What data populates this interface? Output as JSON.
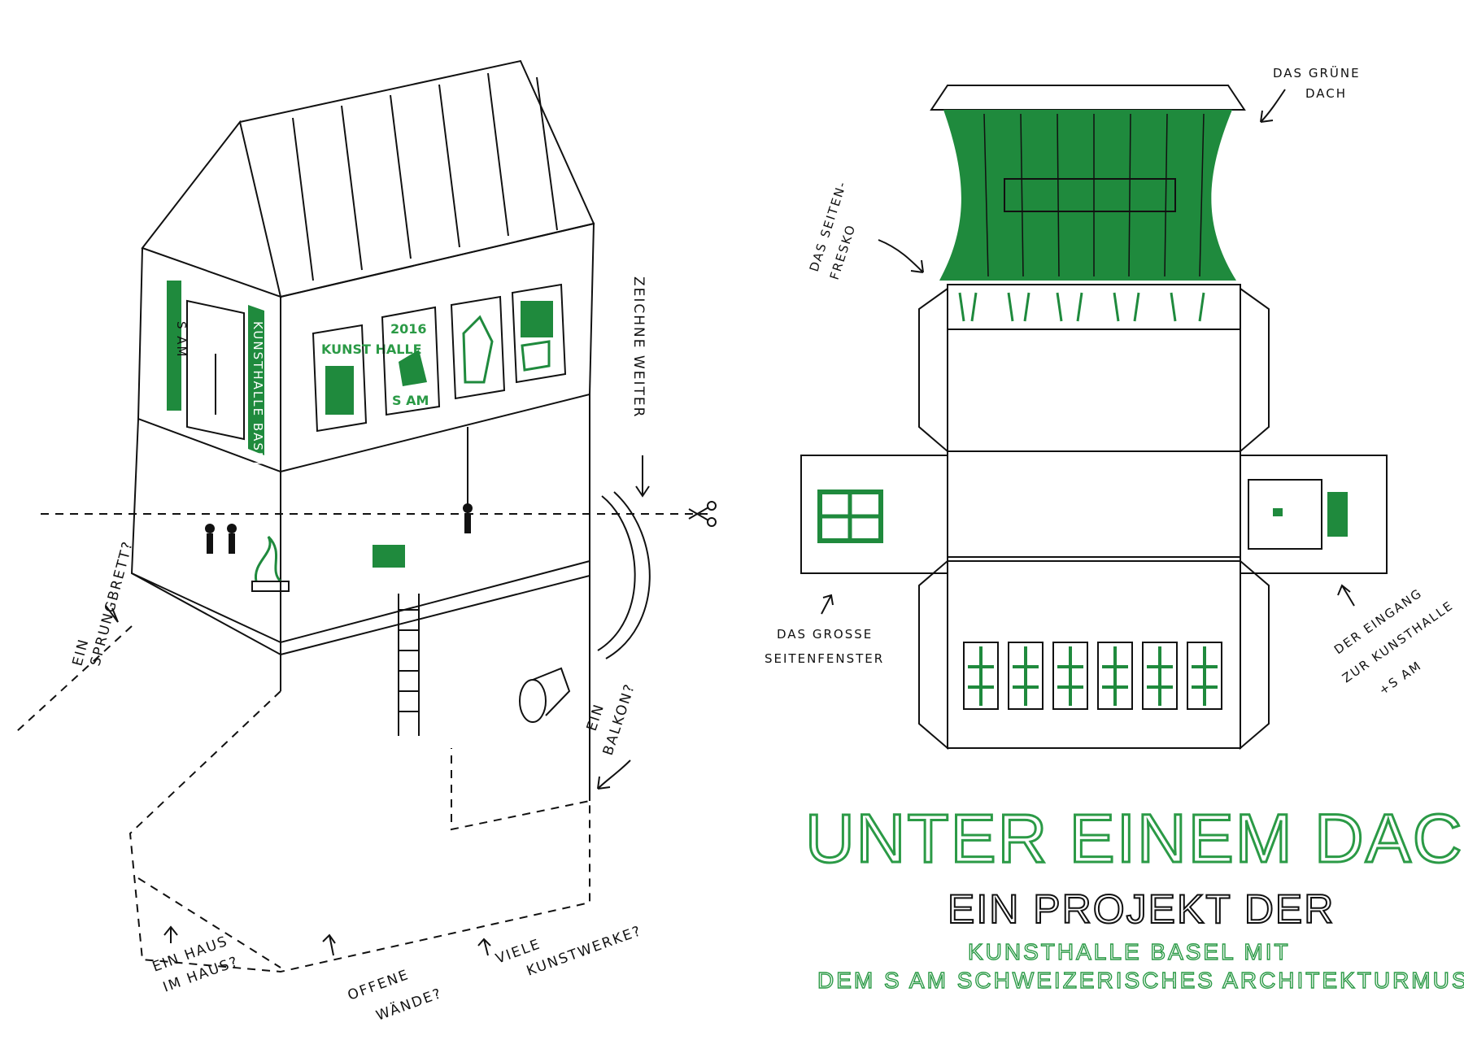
{
  "title": "UNTER EINEM DACH",
  "subtitle": "EIN PROJEKT DER",
  "credits": [
    "KUNSTHALLE BASEL MIT",
    "DEM S AM SCHWEIZERISCHES ARCHITEKTURMUSEUM"
  ],
  "house_annotations": {
    "zeichne_weiter": "ZEICHNE WEITER",
    "sprungbrett": [
      "EIN",
      "SPRUNGBRETT?"
    ],
    "balkon": [
      "EIN",
      "BALKON?"
    ],
    "haus_im_haus": [
      "EIN HAUS",
      "IM HAUS?"
    ],
    "offene_waende": [
      "OFFENE",
      "WÄNDE?"
    ],
    "viele_kunstwerke": [
      "VIELE",
      "KUNSTWERKE?"
    ]
  },
  "posters": {
    "poster1": "KUNST HALLE",
    "poster2_year": "2016",
    "poster2_name": "S AM"
  },
  "side_banners": {
    "left": "S AM",
    "right": "KUNSTHALLE BASEL"
  },
  "cutout_annotations": {
    "gruene_dach": [
      "DAS GRÜNE",
      "DACH"
    ],
    "seitenfresko": [
      "DAS SEITEN-",
      "FRESKO"
    ],
    "seitenfenster": [
      "DAS GROSSE",
      "SEITENFENSTER"
    ],
    "eingang": [
      "DER EINGANG",
      "ZUR KUNSTHALLE",
      "+S AM"
    ]
  },
  "colors": {
    "accent_green": "#1f8a3d",
    "title_green": "#2b9a46",
    "ink": "#111111",
    "paper": "#ffffff"
  },
  "icons": {
    "scissors": "scissors-icon",
    "arrow": "hand-drawn-arrow"
  }
}
